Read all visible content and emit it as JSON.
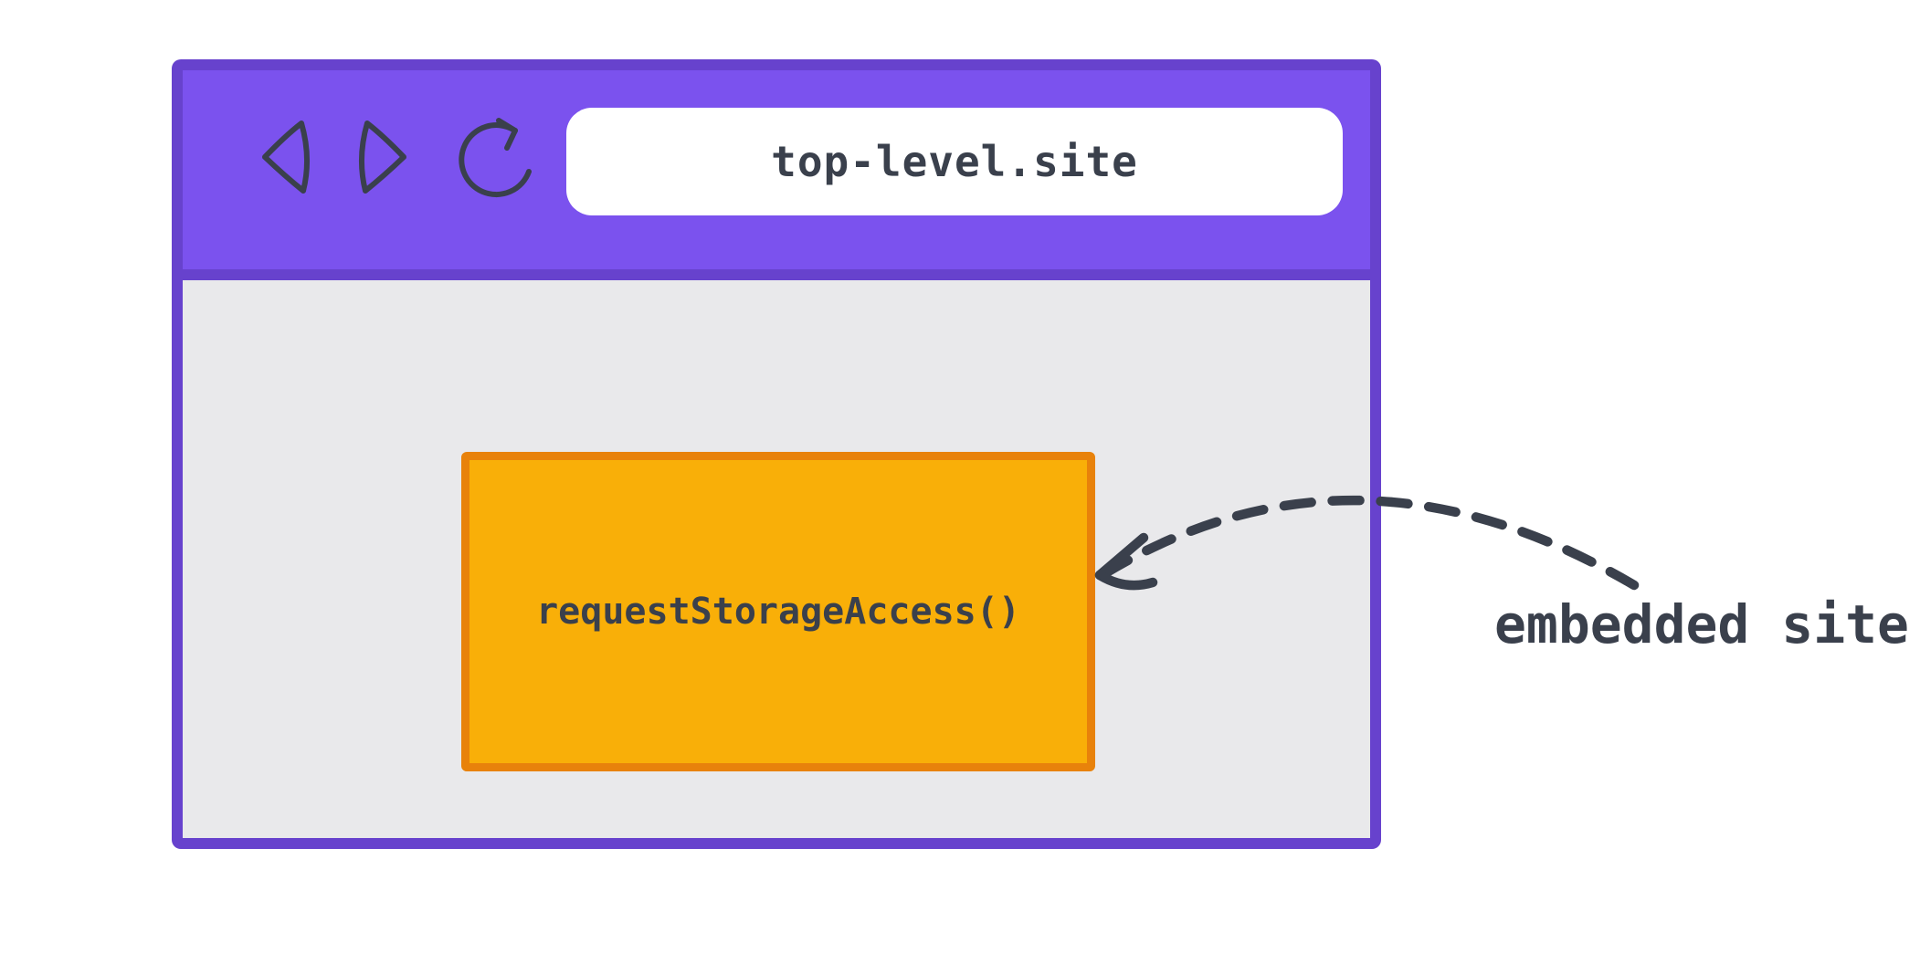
{
  "colors": {
    "window_border": "#6742CD",
    "titlebar_fill": "#7B52EE",
    "content_fill": "#E9E9EB",
    "address_bar_fill": "#FFFFFF",
    "embed_fill": "#F9AF08",
    "embed_border": "#E8820B",
    "ink": "#3A404C",
    "background": "#FFFFFF"
  },
  "browser_window": {
    "nav_icons": [
      "back",
      "forward",
      "reload"
    ],
    "address_bar": {
      "url": "top-level.site"
    }
  },
  "embedded_frame": {
    "label": "requestStorageAccess()"
  },
  "annotation": {
    "label": "embedded site"
  }
}
